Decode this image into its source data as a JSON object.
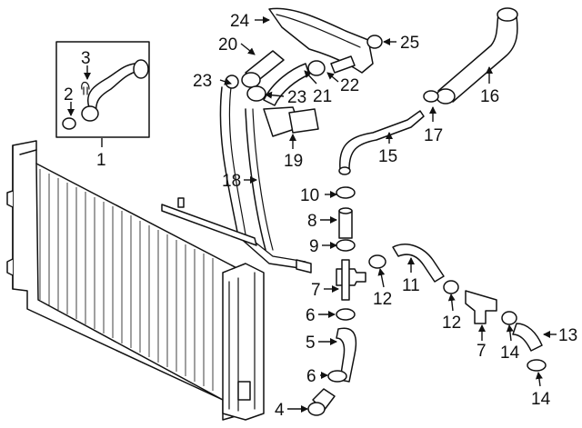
{
  "diagram": {
    "callouts": {
      "c1": "1",
      "c2": "2",
      "c3": "3",
      "c4": "4",
      "c5": "5",
      "c6a": "6",
      "c6b": "6",
      "c7a": "7",
      "c7b": "7",
      "c8": "8",
      "c9": "9",
      "c10": "10",
      "c11": "11",
      "c12a": "12",
      "c12b": "12",
      "c13": "13",
      "c14a": "14",
      "c14b": "14",
      "c15": "15",
      "c16": "16",
      "c17": "17",
      "c18": "18",
      "c19": "19",
      "c20": "20",
      "c21": "21",
      "c22": "22",
      "c23a": "23",
      "c23b": "23",
      "c24": "24",
      "c25": "25"
    },
    "colors": {
      "line": "#111111",
      "background": "#ffffff"
    }
  }
}
